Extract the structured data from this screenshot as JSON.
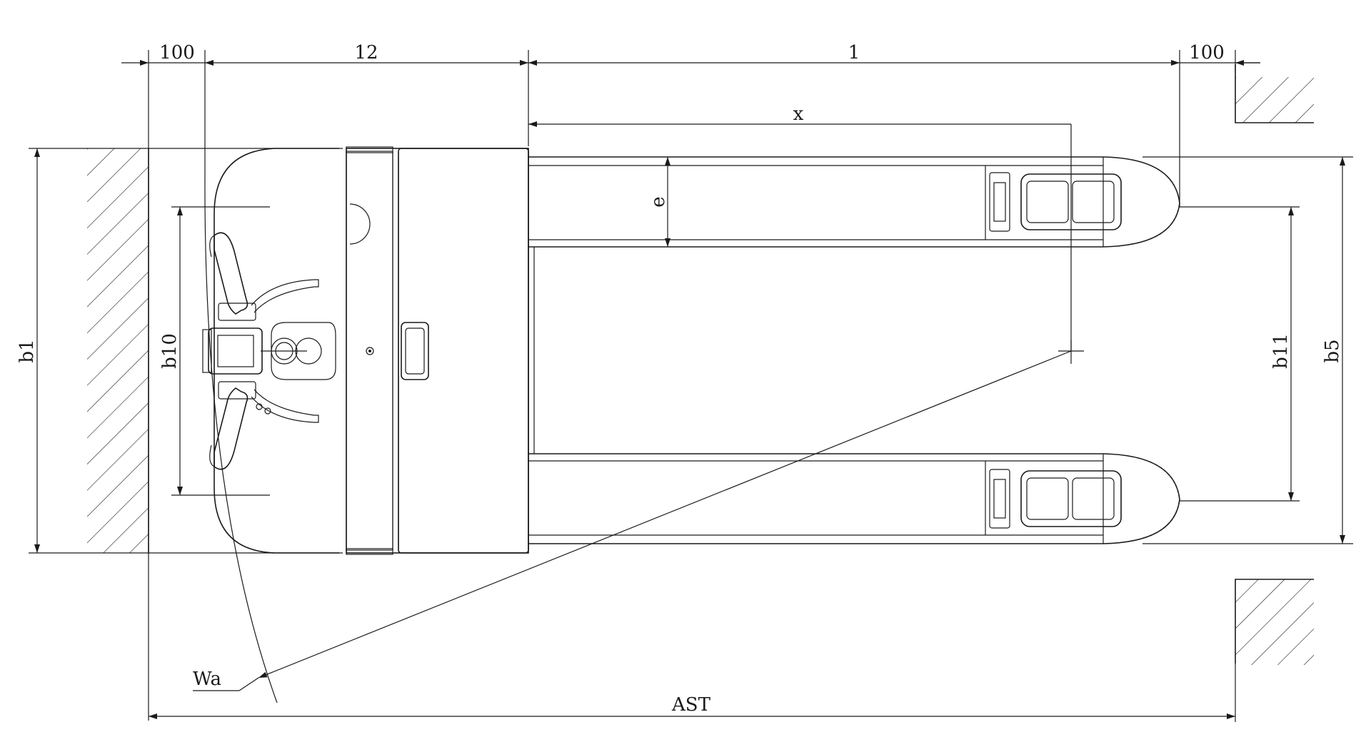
{
  "diagram": {
    "dimensions": {
      "clearance_left": "100",
      "segment_l2": "12",
      "segment_l1": "1",
      "clearance_right": "100",
      "load_center_x": "x",
      "fork_width_e": "e",
      "overall_width_b1": "b1",
      "wheel_track_b10": "b10",
      "fork_spread_b11": "b11",
      "fork_outer_b5": "b5",
      "turning_radius_wa": "Wa",
      "aisle_width_ast": "AST"
    },
    "colors": {
      "line": "#1a1a1a",
      "background": "#ffffff"
    }
  }
}
